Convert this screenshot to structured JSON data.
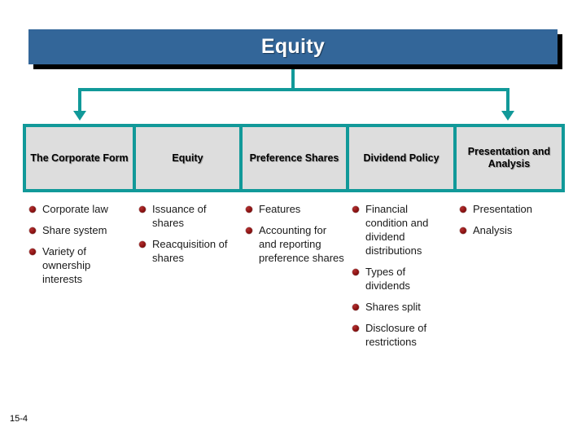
{
  "slide": {
    "title": "Equity",
    "number": "15-4",
    "colors": {
      "banner_blue": "#336699",
      "banner_shadow": "#000000",
      "connector_teal": "#119999",
      "header_cell_gray": "#dddddd",
      "bullet_red": "#8c1212",
      "body_text": "#1a1a1a"
    }
  },
  "columns": [
    {
      "header": "The Corporate Form",
      "items": [
        "Corporate law",
        "Share system",
        "Variety of ownership interests"
      ]
    },
    {
      "header": "Equity",
      "items": [
        "Issuance of shares",
        "Reacquisition of shares"
      ]
    },
    {
      "header": "Preference Shares",
      "items": [
        "Features",
        "Accounting for and reporting preference shares"
      ]
    },
    {
      "header": "Dividend Policy",
      "items": [
        "Financial condition and dividend distributions",
        "Types of dividends",
        "Shares split",
        "Disclosure of restrictions"
      ]
    },
    {
      "header": "Presentation and Analysis",
      "items": [
        "Presentation",
        "Analysis"
      ]
    }
  ]
}
